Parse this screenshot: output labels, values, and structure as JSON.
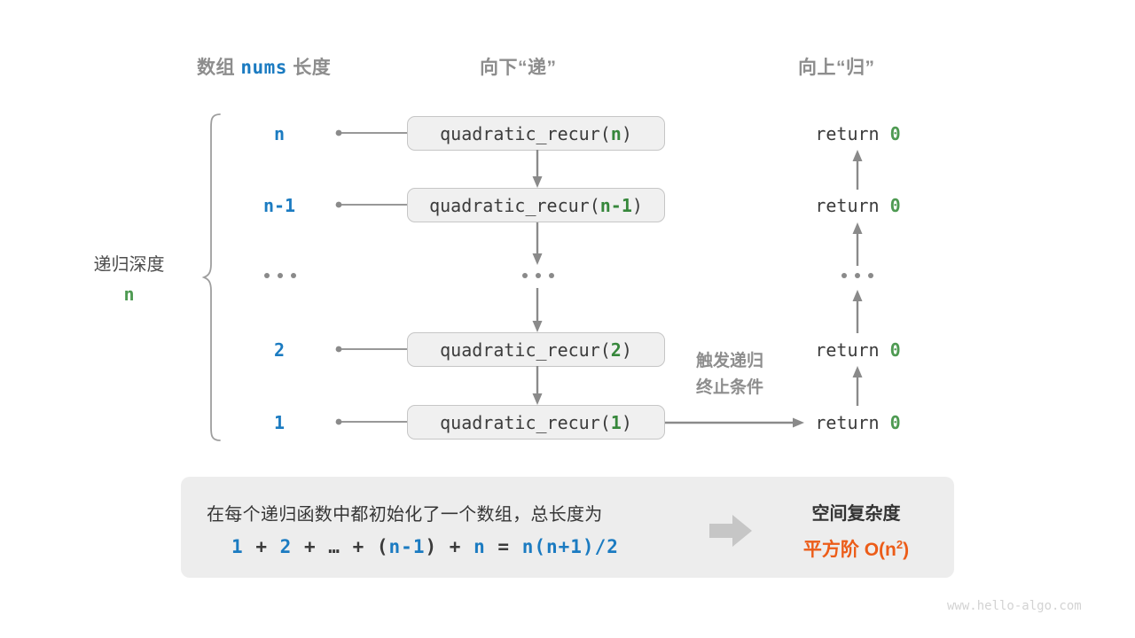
{
  "headers": {
    "left_prefix": "数组",
    "left_mono": "nums",
    "left_suffix": "长度",
    "middle": "向下“递”",
    "right": "向上“归”"
  },
  "depth": {
    "label": "递归深度",
    "value": "n"
  },
  "colors": {
    "blue": "#1b7bc1",
    "green": "#4e9a52",
    "orange": "#ec5c18",
    "gray_text": "#8d8d8d",
    "box_fill": "#f0f0f0",
    "box_border": "#c6c6c6",
    "arrow": "#8a8a8a",
    "panel_fill": "#ededed"
  },
  "rows": [
    {
      "size": "n",
      "fn_name": "quadratic_recur(",
      "fn_arg": "n",
      "fn_close": ")",
      "ret_kw": "return",
      "ret_val": "0"
    },
    {
      "size": "n-1",
      "fn_name": "quadratic_recur(",
      "fn_arg": "n-1",
      "fn_close": ")",
      "ret_kw": "return",
      "ret_val": "0"
    },
    {
      "size": "...",
      "fn_name": "...",
      "fn_arg": "",
      "fn_close": "",
      "ret_kw": "...",
      "ret_val": ""
    },
    {
      "size": "2",
      "fn_name": "quadratic_recur(",
      "fn_arg": "2",
      "fn_close": ")",
      "ret_kw": "return",
      "ret_val": "0"
    },
    {
      "size": "1",
      "fn_name": "quadratic_recur(",
      "fn_arg": "1",
      "fn_close": ")",
      "ret_kw": "return",
      "ret_val": "0"
    }
  ],
  "trigger_note": {
    "line1": "触发递归",
    "line2": "终止条件"
  },
  "summary": {
    "description": "在每个递归函数中都初始化了一个数组，总长度为",
    "formula": {
      "t1": "1",
      "o1": "+",
      "t2": "2",
      "o2": "+",
      "t3": "…",
      "o3": "+",
      "p_open": "(",
      "t4": "n-1",
      "p_close": ")",
      "o4": "+",
      "t5": "n",
      "eq": "=",
      "t6": "n(n+1)/2"
    },
    "complexity_title": "空间复杂度",
    "complexity_prefix": "平方阶",
    "complexity_value": "O(n",
    "complexity_exp": "2",
    "complexity_suffix": ")"
  },
  "watermark": "www.hello-algo.com"
}
